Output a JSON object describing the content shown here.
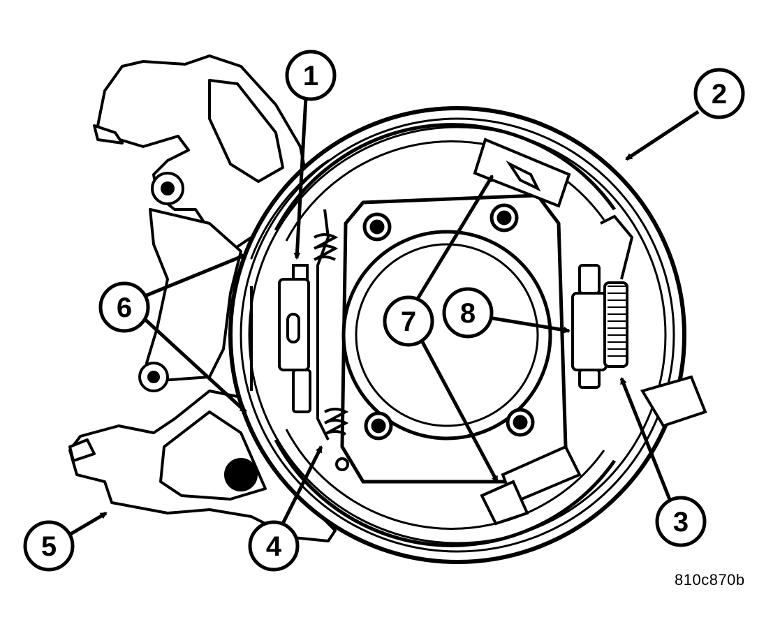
{
  "figure": {
    "id": "810c870b"
  },
  "colors": {
    "line": "#000000",
    "fill": "#ffffff"
  },
  "callouts": [
    {
      "key": "c1",
      "label": "1"
    },
    {
      "key": "c2",
      "label": "2"
    },
    {
      "key": "c3",
      "label": "3"
    },
    {
      "key": "c4",
      "label": "4"
    },
    {
      "key": "c5",
      "label": "5"
    },
    {
      "key": "c6",
      "label": "6"
    },
    {
      "key": "c7",
      "label": "7"
    },
    {
      "key": "c8",
      "label": "8"
    }
  ]
}
